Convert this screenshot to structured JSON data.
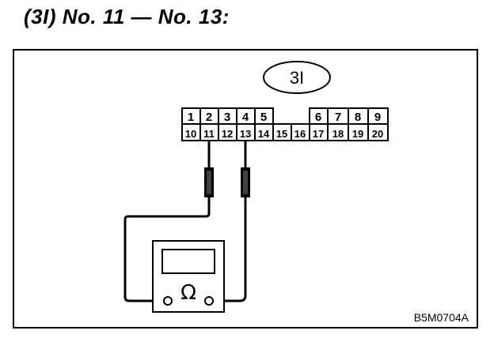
{
  "heading": "(3I) No. 11 — No. 13:",
  "connector_label": "3I",
  "pins_top": [
    "1",
    "2",
    "3",
    "4",
    "5",
    "",
    "",
    "6",
    "7",
    "8",
    "9"
  ],
  "pins_bottom": [
    "10",
    "11",
    "12",
    "13",
    "14",
    "15",
    "16",
    "17",
    "18",
    "19",
    "20"
  ],
  "meter_symbol": "Ω",
  "figure_code": "B5M0704A",
  "colors": {
    "ink": "#000000",
    "paper": "#ffffff"
  }
}
